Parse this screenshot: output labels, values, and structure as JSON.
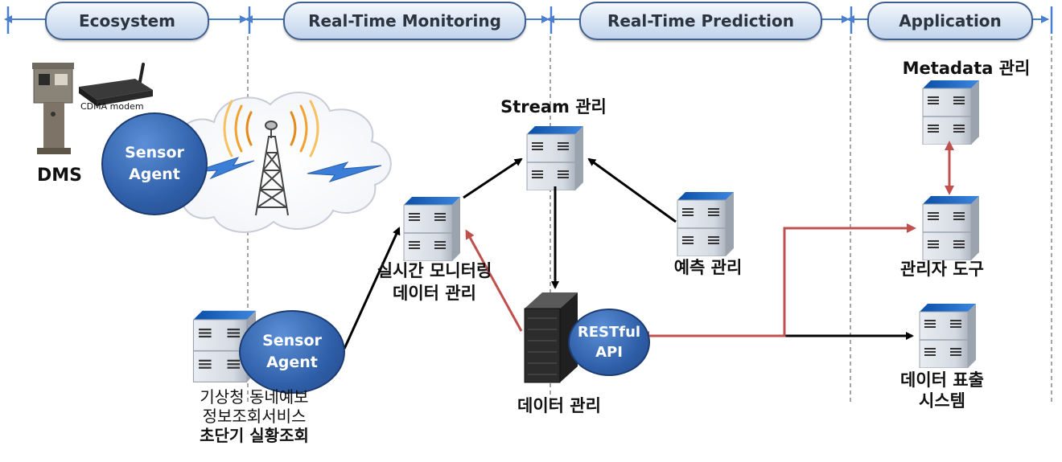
{
  "phases": [
    "Ecosystem",
    "Real-Time Monitoring",
    "Real-Time Prediction",
    "Application"
  ],
  "devices": {
    "modem_label": "CDMA modem",
    "dms_label": "DMS"
  },
  "agents": {
    "top": {
      "line1": "Sensor",
      "line2": "Agent"
    },
    "bottom": {
      "line1": "Sensor",
      "line2": "Agent"
    }
  },
  "weather_service": {
    "line1": "기상청 동네예보",
    "line2": "정보조회서비스",
    "line3": "초단기 실황조회"
  },
  "monitoring": {
    "line1": "실시간 모니터링",
    "line2": "데이터 관리"
  },
  "stream": {
    "label": "Stream 관리"
  },
  "prediction": {
    "label": "예측 관리"
  },
  "data_mgmt": {
    "label": "데이터 관리",
    "api_line1": "RESTful",
    "api_line2": "API"
  },
  "app": {
    "metadata": "Metadata 관리",
    "admin": "관리자 도구",
    "expose_line1": "데이터 표출",
    "expose_line2": "시스템"
  },
  "colors": {
    "dashed": "#777777",
    "timeline": "#4a7fd0",
    "black_arrow": "#000000",
    "red_arrow": "#c0504d",
    "agent": "#2f5fa8"
  }
}
